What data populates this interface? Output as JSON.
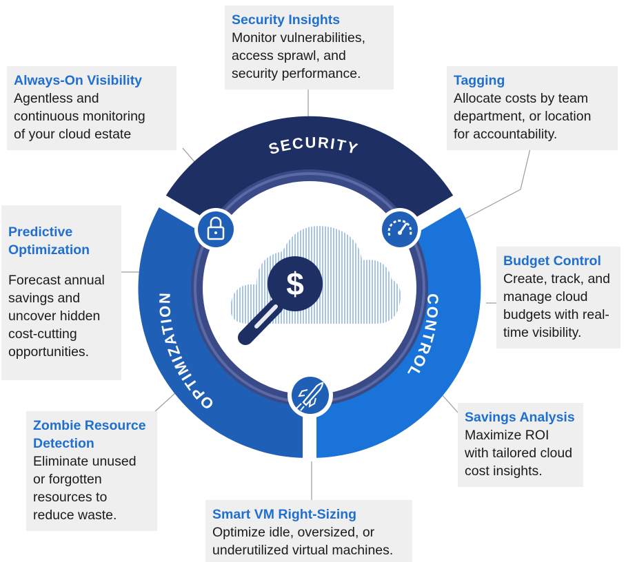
{
  "colors": {
    "navy": "#1e2f63",
    "mid_blue": "#1f5fb5",
    "bright_blue": "#1a73d9",
    "title_blue": "#1f6fd0",
    "card_bg": "#efefef",
    "inner_dark": "#3a4a86",
    "white": "#ffffff"
  },
  "ring": {
    "security_label": "SECURITY",
    "control_label": "CONTROL",
    "optimization_label": "OPTIMIZATION",
    "icons": {
      "security": "lock-icon",
      "control": "speedometer-icon",
      "optimization": "rocket-icon",
      "center": "dollar-cloud-magnifier-icon"
    }
  },
  "cards": {
    "security_insights": {
      "title": "Security Insights",
      "desc": "Monitor vulnerabilities,\naccess sprawl, and\nsecurity performance."
    },
    "always_on": {
      "title": "Always-On Visibility",
      "desc": "Agentless and\ncontinuous monitoring\nof your cloud estate"
    },
    "tagging": {
      "title": "Tagging",
      "desc": "Allocate costs by team\ndepartment, or location\nfor accountability."
    },
    "predictive": {
      "title": "Predictive\nOptimization",
      "desc": "Forecast annual\nsavings and\nuncover hidden\ncost-cutting\nopportunities."
    },
    "budget": {
      "title": "Budget Control",
      "desc": "Create, track, and\nmanage cloud\nbudgets with real-\ntime visibility."
    },
    "zombie": {
      "title": "Zombie Resource\nDetection",
      "desc": "Eliminate unused\nor forgotten\nresources to\nreduce waste."
    },
    "savings": {
      "title": "Savings Analysis",
      "desc": "Maximize ROI\nwith tailored cloud\ncost insights."
    },
    "smart_vm": {
      "title": "Smart VM Right-Sizing",
      "desc": "Optimize idle, oversized, or\nunderutilized virtual machines."
    }
  }
}
